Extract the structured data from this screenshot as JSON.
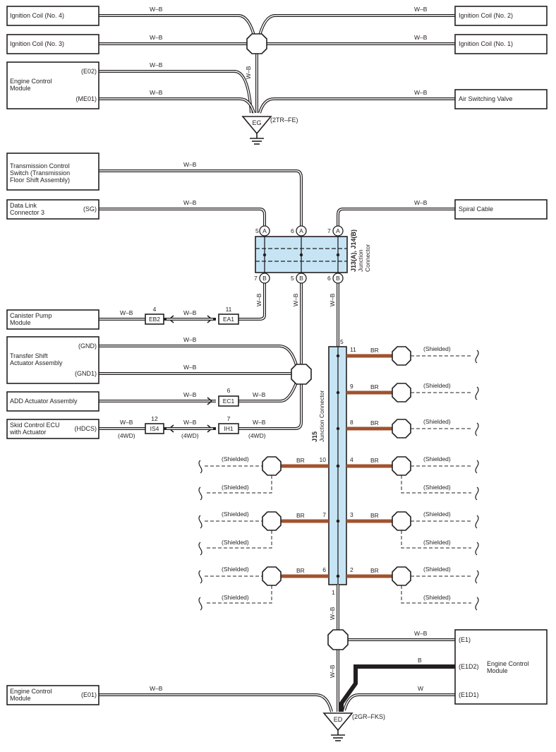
{
  "colors": {
    "wire_border": "#231f20",
    "wire_fill": "#ffffff",
    "brown": "#a0522d",
    "connector": "#c6e4f4",
    "black_wire": "#231f20"
  },
  "components": {
    "ign_coil_4": "Ignition Coil (No. 4)",
    "ign_coil_3": "Ignition Coil (No. 3)",
    "ign_coil_2": "Ignition Coil (No. 2)",
    "ign_coil_1": "Ignition Coil (No. 1)",
    "ecm_top_l1": "Engine Control",
    "ecm_top_l2": "Module",
    "ecm_top_pin_e02": "(E02)",
    "ecm_top_pin_me01": "(ME01)",
    "air_switching_valve": "Air Switching Valve",
    "tcs_l1": "Transmission Control",
    "tcs_l2": "Switch (Transmission",
    "tcs_l3": "Floor Shift Assembly)",
    "dlc_l1": "Data Link",
    "dlc_l2": "Connector 3",
    "dlc_pin": "(SG)",
    "spiral_cable": "Spiral Cable",
    "canister_l1": "Canister Pump",
    "canister_l2": "Module",
    "transfer_l1": "Transfer Shift",
    "transfer_l2": "Actuator Assembly",
    "transfer_pin_gnd": "(GND)",
    "transfer_pin_gnd1": "(GND1)",
    "add_actuator": "ADD Actuator Assembly",
    "skid_l1": "Skid Control ECU",
    "skid_l2": "with Actuator",
    "skid_pin": "(HDCS)",
    "ecm_right_l1": "Engine Control",
    "ecm_right_l2": "Module",
    "ecm_right_pin_e1": "(E1)",
    "ecm_right_pin_e1d2": "(E1D2)",
    "ecm_right_pin_e1d1": "(E1D1)",
    "ecm_bottom_l1": "Engine Control",
    "ecm_bottom_l2": "Module",
    "ecm_bottom_pin": "(E01)"
  },
  "grounds": {
    "eg": "EG",
    "eg_note": "(2TR–FE)",
    "ed": "ED",
    "ed_note": "(2GR–FKS)"
  },
  "wire_colors": {
    "wb": "W–B",
    "br": "BR",
    "b": "B",
    "w": "W"
  },
  "junction": {
    "j13_title": "J13(A), J14(B)",
    "j13_sub1": "Junction",
    "j13_sub2": "Connector",
    "j15_title": "J15",
    "j15_sub": "Junction Connector",
    "pin_a": "A",
    "pin_b": "B",
    "top_pins": [
      "5",
      "6",
      "7"
    ],
    "bottom_pins": [
      "7",
      "5",
      "6"
    ],
    "j15_pins_right": [
      "5",
      "11",
      "9",
      "8",
      "4",
      "3",
      "2"
    ],
    "j15_pins_left": [
      "10",
      "7",
      "6"
    ],
    "j15_bottom_pin": "1"
  },
  "inline_connectors": {
    "eb2": "EB2",
    "eb2_pin": "4",
    "ea1": "EA1",
    "ea1_pin": "11",
    "ec1": "EC1",
    "ec1_pin": "6",
    "is4": "IS4",
    "is4_pin": "12",
    "ih1": "IH1",
    "ih1_pin": "7"
  },
  "notes": {
    "fourwd": "(4WD)",
    "shielded": "(Shielded)"
  }
}
